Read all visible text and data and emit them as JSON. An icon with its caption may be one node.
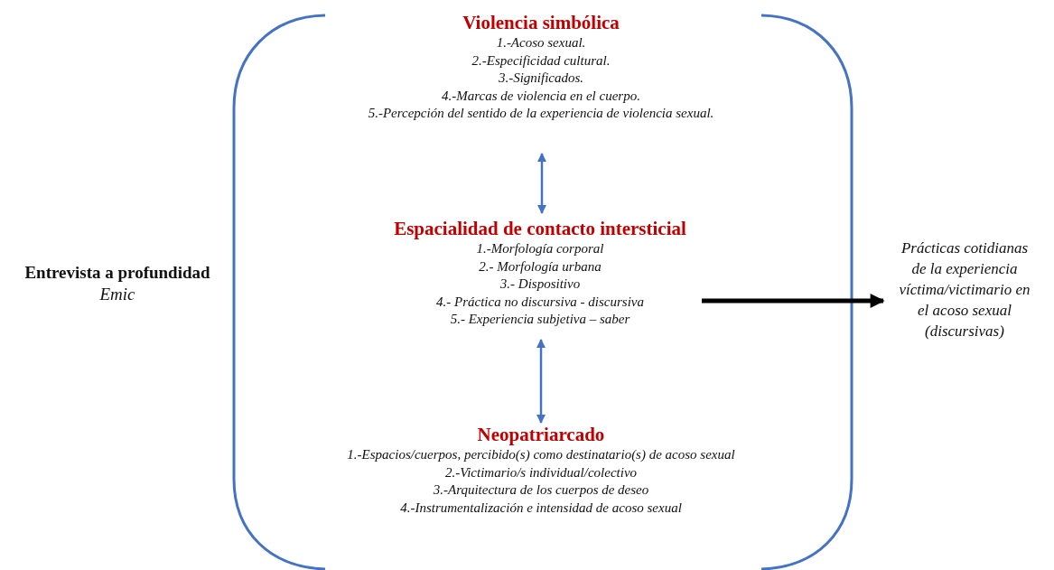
{
  "diagram": {
    "nodes": [
      {
        "text": [
          "Entrevista a profundidad",
          "Emic"
        ]
      },
      {
        "text": [
          "Violencia simbólica",
          "1.-Acoso sexual.",
          "2.-Especificidad cultural.",
          "3.-Significados.",
          "4.-Marcas de violencia en el cuerpo.",
          "5.-Percepción del sentido de la experiencia de violencia sexual."
        ]
      },
      {
        "text": [
          "Espacialidad de contacto intersticial",
          "1.-Morfología corporal",
          "2.- Morfología urbana",
          "3.- Dispositivo",
          "4.- Práctica no discursiva - discursiva",
          "5.- Experiencia subjetiva – saber"
        ]
      },
      {
        "text": [
          "Neopatriarcado",
          "1.-Espacios/cuerpos, percibido(s) como destinatario(s) de acoso sexual",
          "2.-Victimario/s individual/colectivo",
          "3.-Arquitectura de los cuerpos de deseo",
          "4.-Instrumentalización e intensidad de acoso sexual"
        ]
      },
      {
        "text": [
          "Prácticas cotidianas de la experiencia víctima/victimario en el acoso sexual (discursivas)"
        ]
      }
    ],
    "edges": [
      {
        "from": 1,
        "to": 2,
        "arrow": "both"
      },
      {
        "from": 2,
        "to": 3,
        "arrow": "both"
      },
      {
        "from": 2,
        "to": 4,
        "arrow": "to",
        "style": "thick",
        "color": "#000000"
      }
    ]
  }
}
